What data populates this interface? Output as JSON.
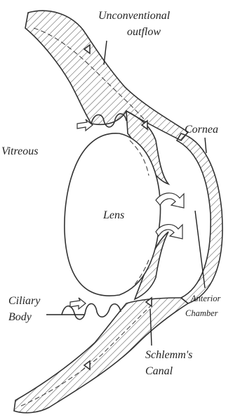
{
  "labels": {
    "unconventional_line1": "Unconventional",
    "unconventional_line2": "outflow",
    "cornea": "Cornea",
    "vitreous": "Vitreous",
    "lens": "Lens",
    "anterior_line1": "Anterior",
    "anterior_line2": "Chamber",
    "ciliary_line1": "Ciliary",
    "ciliary_line2": "Body",
    "schlemm_line1": "Schlemm's",
    "schlemm_line2": "Canal"
  },
  "colors": {
    "ink": "#333333",
    "background": "#ffffff"
  }
}
